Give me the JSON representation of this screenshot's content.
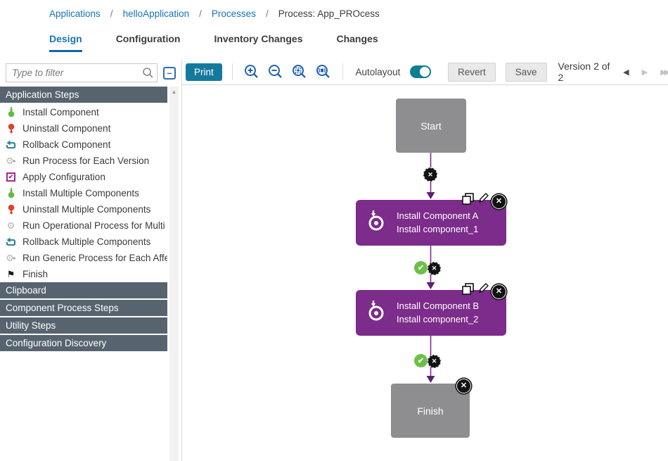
{
  "breadcrumb": {
    "separator": "/",
    "items": [
      {
        "label": "Applications"
      },
      {
        "label": "helloApplication"
      },
      {
        "label": "Processes"
      },
      {
        "label": "Process: App_PROcess"
      }
    ]
  },
  "tabs": [
    {
      "label": "Design",
      "active": true
    },
    {
      "label": "Configuration",
      "active": false
    },
    {
      "label": "Inventory Changes",
      "active": false
    },
    {
      "label": "Changes",
      "active": false
    }
  ],
  "sidebar": {
    "filter_placeholder": "Type to filter",
    "sections": [
      {
        "title": "Application Steps",
        "items": [
          {
            "label": "Install Component",
            "icon": "install-component-icon"
          },
          {
            "label": "Uninstall Component",
            "icon": "uninstall-component-icon"
          },
          {
            "label": "Rollback Component",
            "icon": "rollback-component-icon"
          },
          {
            "label": "Run Process for Each Version",
            "icon": "run-process-icon"
          },
          {
            "label": "Apply Configuration",
            "icon": "apply-configuration-icon"
          },
          {
            "label": "Install Multiple Components",
            "icon": "install-component-icon"
          },
          {
            "label": "Uninstall Multiple Components",
            "icon": "uninstall-component-icon"
          },
          {
            "label": "Run Operational Process for Multi",
            "icon": "run-operational-process-icon"
          },
          {
            "label": "Rollback Multiple Components",
            "icon": "rollback-component-icon"
          },
          {
            "label": "Run Generic Process for Each Affe",
            "icon": "run-generic-process-icon"
          },
          {
            "label": "Finish",
            "icon": "finish-flag-icon"
          }
        ]
      },
      {
        "title": "Clipboard",
        "items": []
      },
      {
        "title": "Component Process Steps",
        "items": []
      },
      {
        "title": "Utility Steps",
        "items": []
      },
      {
        "title": "Configuration Discovery",
        "items": []
      }
    ]
  },
  "toolbar": {
    "print_label": "Print",
    "autolayout_label": "Autolayout",
    "autolayout_on": true,
    "revert_label": "Revert",
    "save_label": "Save",
    "version_label": "Version 2 of 2"
  },
  "icons": {
    "version_prev": "◀",
    "version_next": "▶",
    "version_last": "▶▶",
    "scroll_up": "▲",
    "gear": "⚙",
    "flag": "⚑",
    "collapse": "–",
    "delete_x": "✕",
    "check": "✔"
  },
  "canvas": {
    "nodes": [
      {
        "title": "Start",
        "type": "start"
      },
      {
        "title": "Install Component A",
        "subtitle": "Install component_1",
        "type": "step"
      },
      {
        "title": "Install Component B",
        "subtitle": "Install component_2",
        "type": "step"
      },
      {
        "title": "Finish",
        "type": "finish"
      }
    ]
  },
  "colors": {
    "accent_teal": "#147a9d",
    "toggle_teal": "#0d7f91",
    "link_blue": "#1673b8",
    "icon_blue": "#1f63b0",
    "node_purple": "#7c2c8a",
    "node_gray": "#8e8e90",
    "section_slate": "#57646f",
    "success_green": "#6cc04a",
    "uninstall_red": "#e0402f",
    "rollback_teal": "#2e8292",
    "config_magenta": "#a3278f"
  }
}
